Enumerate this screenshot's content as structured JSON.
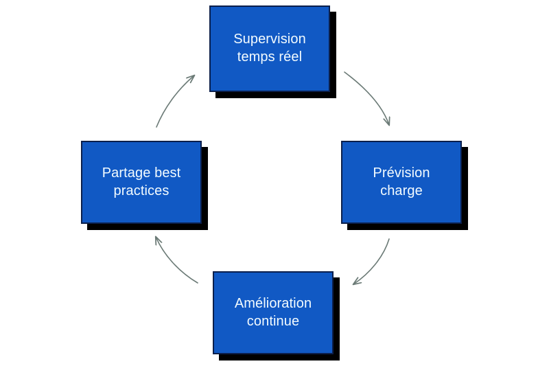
{
  "diagram": {
    "type": "cycle",
    "direction": "clockwise",
    "background_color": "#ffffff",
    "node_fill_color": "#1159c4",
    "node_border_color": "#0b1f4b",
    "node_text_color": "#f2fbff",
    "node_shadow_color": "#000000",
    "arrow_color": "#6b7a76",
    "nodes": [
      {
        "id": "supervision",
        "label": "Supervision\ntemps réel",
        "line1": "Supervision",
        "line2": "temps réel",
        "position": "top"
      },
      {
        "id": "prevision",
        "label": "Prévision\ncharge",
        "line1": "Prévision",
        "line2": "charge",
        "position": "right"
      },
      {
        "id": "amelioration",
        "label": "Amélioration\ncontinue",
        "line1": "Amélioration",
        "line2": "continue",
        "position": "bottom"
      },
      {
        "id": "partage",
        "label": "Partage best\npractices",
        "line1": "Partage best",
        "line2": "practices",
        "position": "left"
      }
    ],
    "arrows": [
      {
        "id": "supervision-to-prevision",
        "from": "supervision",
        "to": "prevision",
        "orientation": "top-right"
      },
      {
        "id": "prevision-to-amelioration",
        "from": "prevision",
        "to": "amelioration",
        "orientation": "bottom-right"
      },
      {
        "id": "amelioration-to-partage",
        "from": "amelioration",
        "to": "partage",
        "orientation": "bottom-left"
      },
      {
        "id": "partage-to-supervision",
        "from": "partage",
        "to": "supervision",
        "orientation": "top-left"
      }
    ]
  }
}
